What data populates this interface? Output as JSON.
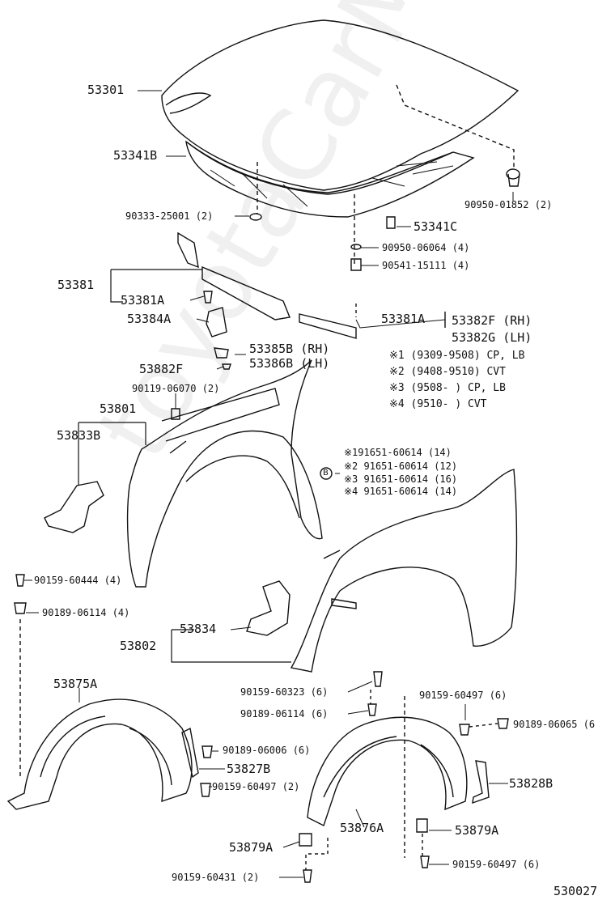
{
  "watermark": "toyotaCarMir.ru",
  "footer_code": "530027",
  "legend": {
    "l1": "※1 (9309-9508) CP, LB",
    "l2": "※2 (9408-9510) CVT",
    "l3": "※3 (9508-        ) CP, LB",
    "l4": "※4 (9510-        ) CVT",
    "r1": "※191651-60614 (14)",
    "r2": "※2 91651-60614 (12)",
    "r3": "※3 91651-60614 (16)",
    "r4": "※4 91651-60614 (14)",
    "circle_b": "B"
  },
  "parts": {
    "p53301": "53301",
    "p53341B": "53341B",
    "p90333": "90333-25001 (2)",
    "p90950a": "90950-01852 (2)",
    "p53341C": "53341C",
    "p90950b": "90950-06064 (4)",
    "p90541": "90541-15111 (4)",
    "p53381": "53381",
    "p53381A": "53381A",
    "p53384A": "53384A",
    "p53381A2": "53381A",
    "p53382F": "53382F (RH)",
    "p53382G": "53382G (LH)",
    "p53385B": "53385B (RH)",
    "p53386B": "53386B (LH)",
    "p53882F": "53882F",
    "p90119": "90119-06070 (2)",
    "p53801": "53801",
    "p53833B": "53833B",
    "p90159a": "90159-60444 (4)",
    "p90189a": "90189-06114 (4)",
    "p53834": "53834",
    "p53802": "53802",
    "p90159b": "90159-60323 (6)",
    "p90189b": "90189-06114 (6)",
    "p90159c": "90159-60497 (6)",
    "p90189c": "90189-06065 (6",
    "p53875A": "53875A",
    "p90189d": "90189-06006 (6)",
    "p53827B": "53827B",
    "p90159d": "90159-60497 (2)",
    "p53828B": "53828B",
    "p53876A": "53876A",
    "p53879A": "53879A",
    "p53879A2": "53879A",
    "p90159e": "90159-60497 (6)",
    "p90159f": "90159-60431 (2)"
  }
}
